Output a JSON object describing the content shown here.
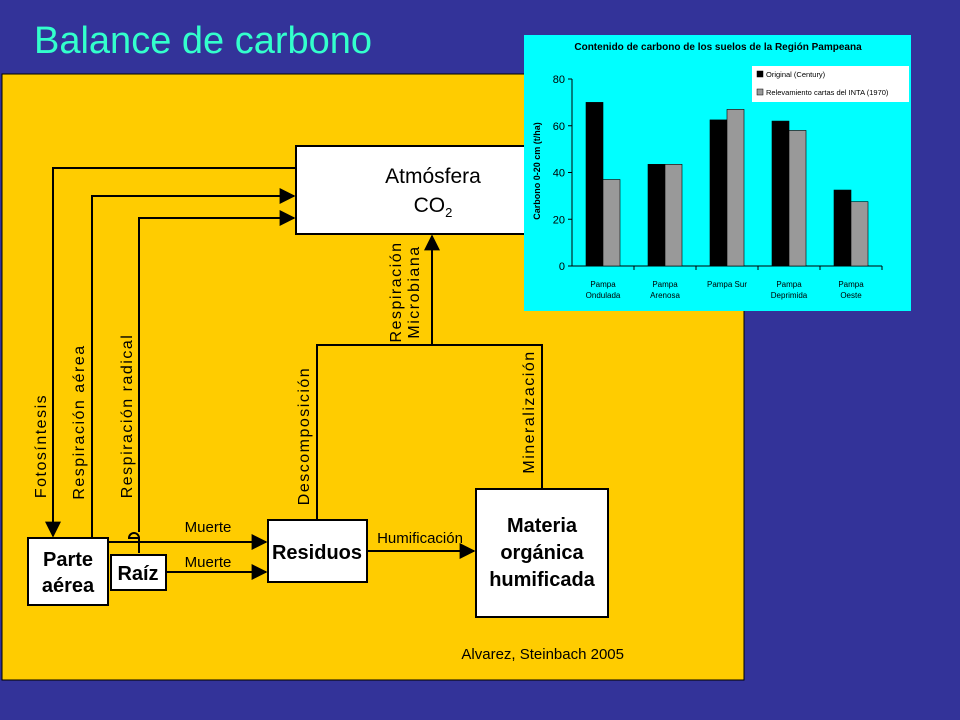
{
  "slide": {
    "title": "Balance de carbono"
  },
  "diagram": {
    "nodes": {
      "atmosfera": "Atmósfera",
      "co2": "CO",
      "co2_subscript": "2",
      "parte_aerea_line1": "Parte",
      "parte_aerea_line2": "aérea",
      "raiz": "Raíz",
      "residuos": "Residuos",
      "materia_line1": "Materia",
      "materia_line2": "orgánica",
      "materia_line3": "humificada"
    },
    "flows": {
      "fotosintesis": "Fotosíntesis",
      "respiracion_aerea": "Respiración aérea",
      "respiracion_radical": "Respiración radical",
      "muerte_parte": "Muerte",
      "muerte_raiz": "Muerte",
      "humificacion": "Humificación",
      "descomposicion": "Descomposición",
      "mineralizacion": "Mineralización",
      "respiracion_microbiana_line1": "Respiración",
      "respiracion_microbiana_line2": "Microbiana"
    },
    "citation": "Alvarez, Steinbach 2005",
    "colors": {
      "panel": "#ffcc00",
      "background": "#333399",
      "title": "#33ffcc"
    }
  },
  "chart_data": {
    "type": "bar",
    "title": "Contenido de carbono de los suelos de la Región Pampeana",
    "ylabel": "Carbono 0-20 cm (t/ha)",
    "xlabel": "",
    "ylim": [
      0,
      80
    ],
    "yticks": [
      "0",
      "20",
      "40",
      "60",
      "80"
    ],
    "grid": false,
    "legend_position": "top-right",
    "background": "#00ffff",
    "categories": [
      [
        "Pampa",
        "Ondulada"
      ],
      [
        "Pampa",
        "Arenosa"
      ],
      [
        "Pampa Sur"
      ],
      [
        "Pampa",
        "Deprimida"
      ],
      [
        "Pampa",
        "Oeste"
      ]
    ],
    "series": [
      {
        "name": "Original (Century)",
        "color": "#000000",
        "values": [
          70,
          43.5,
          62.5,
          62,
          32.5
        ]
      },
      {
        "name": "Relevamiento cartas del INTA (1970)",
        "color": "#999999",
        "values": [
          37,
          43.5,
          67,
          58,
          27.5
        ]
      }
    ]
  }
}
